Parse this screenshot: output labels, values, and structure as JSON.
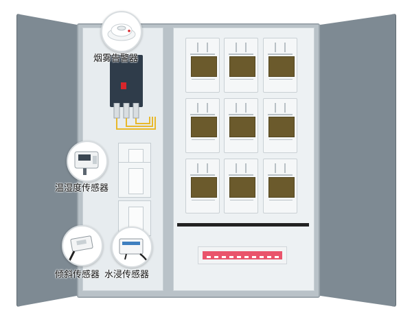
{
  "labels": {
    "smoke_alarm": "烟雾告警器",
    "temp_humidity_sensor": "温湿度传感器",
    "tilt_sensor": "倾斜传感器",
    "water_leak_sensor": "水浸传感器"
  },
  "colors": {
    "door": "#7e8a93",
    "cabinet_frame": "#b9c2c8",
    "meter_window": "#6b5a2c",
    "breaker_body": "#2f3c4a",
    "indicator_red": "#d8262b",
    "wire_yellow": "#e8b82a"
  }
}
